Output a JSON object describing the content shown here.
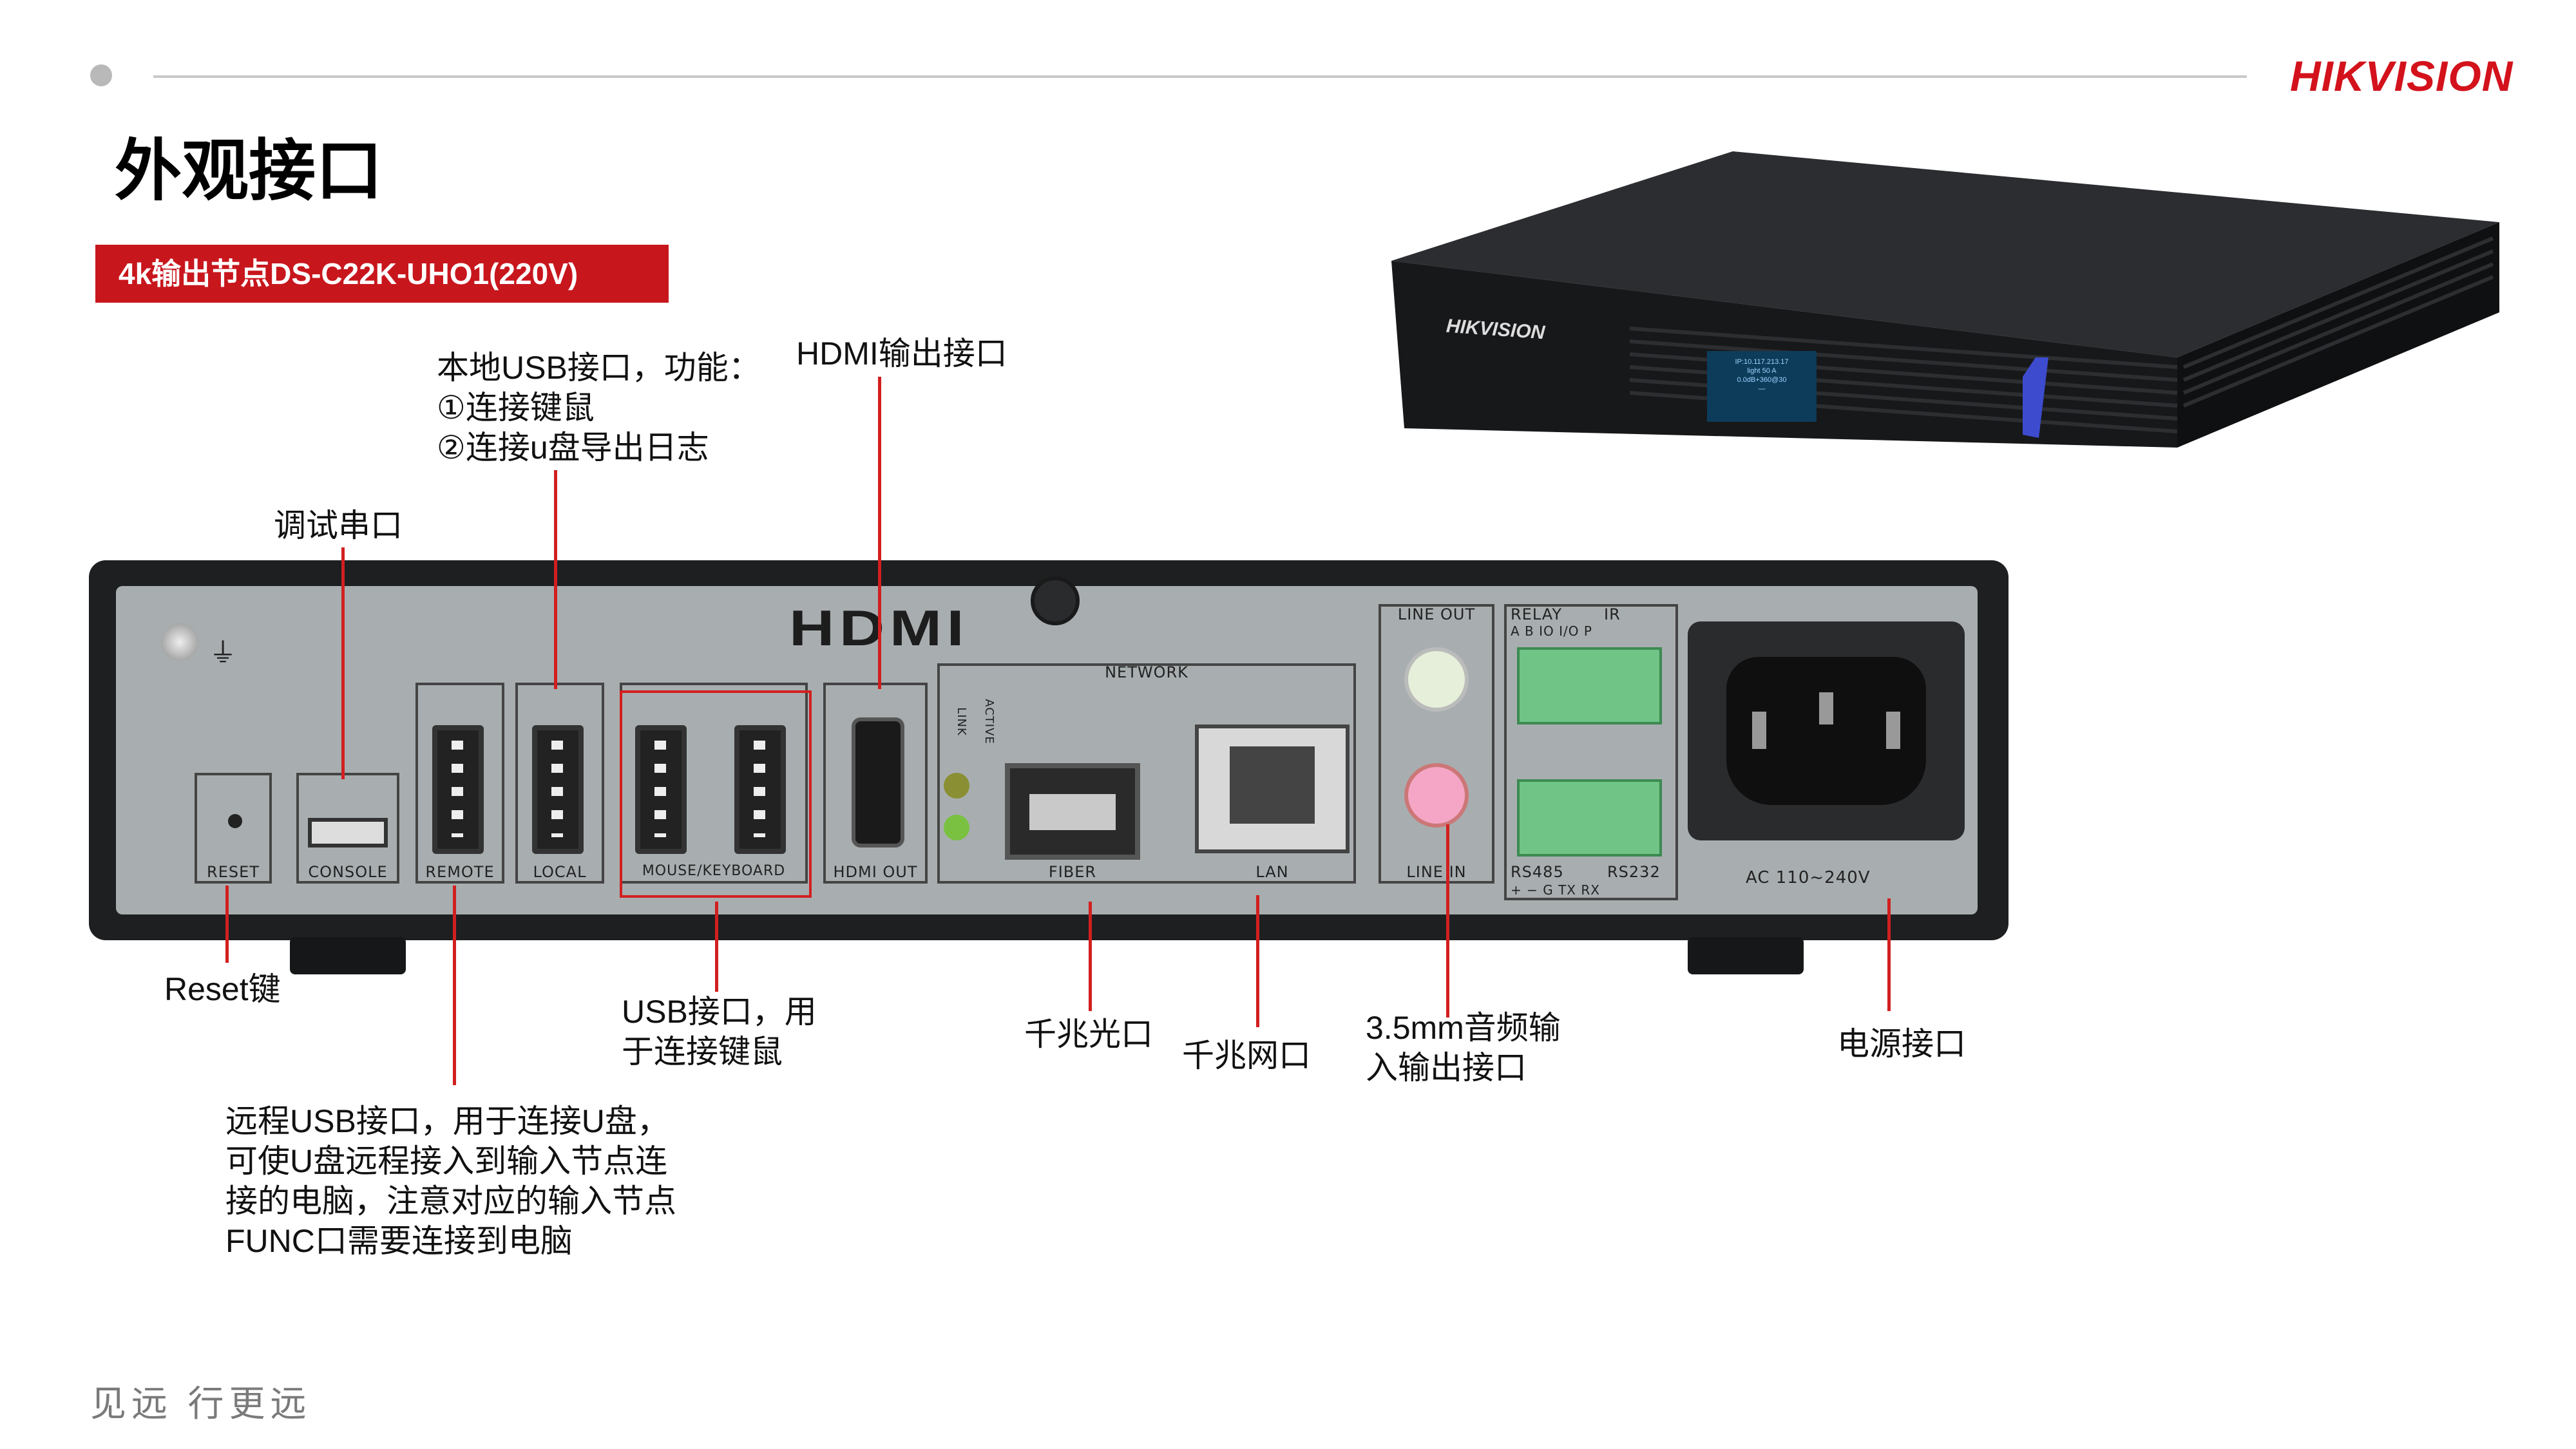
{
  "header": {
    "brand": "HIKVISION",
    "title": "外观接口"
  },
  "product_tag": "4k输出节点DS-C22K-UHO1(220V)",
  "callouts": {
    "local_usb": "本地USB接口，功能：\n①连接键鼠\n②连接u盘导出日志",
    "hdmi_out": "HDMI输出接口",
    "debug_serial": "调试串口",
    "reset": "Reset键",
    "usb_keyboard": "USB接口，用\n于连接键鼠",
    "fiber": "千兆光口",
    "lan": "千兆网口",
    "audio": "3.5mm音频输\n入输出接口",
    "power": "电源接口",
    "remote_usb": "远程USB接口，用于连接U盘，\n可使U盘远程接入到输入节点连\n接的电脑，注意对应的输入节点\nFUNC口需要连接到电脑"
  },
  "panel": {
    "logo": "HDMI",
    "labels": {
      "reset": "RESET",
      "console": "CONSOLE",
      "remote": "REMOTE",
      "local": "LOCAL",
      "mouse_keyboard": "MOUSE/KEYBOARD",
      "hdmi_out": "HDMI OUT",
      "network": "NETWORK",
      "fiber": "FIBER",
      "lan": "LAN",
      "link": "LINK",
      "active": "ACTIVE",
      "line_out": "LINE OUT",
      "line_in": "LINE IN",
      "relay": "RELAY",
      "ir": "IR",
      "relay_pins": "A  B  IO I/O P",
      "rs485": "RS485",
      "rs232": "RS232",
      "rs_pins": "+  −  G  TX RX",
      "ac": "AC 110~240V"
    }
  },
  "device_top": {
    "brand": "HIKVISION",
    "screen_lines": [
      "IP:10.117.213.17",
      "light 50 A",
      "0.0dB+360@30",
      "—"
    ]
  },
  "footer": {
    "slogan": "见远 行更远"
  },
  "colors": {
    "accent_red": "#c8161d",
    "panel_grey": "#a8aeb0",
    "chassis": "#1e1f21",
    "terminal_green": "#6fc486"
  }
}
